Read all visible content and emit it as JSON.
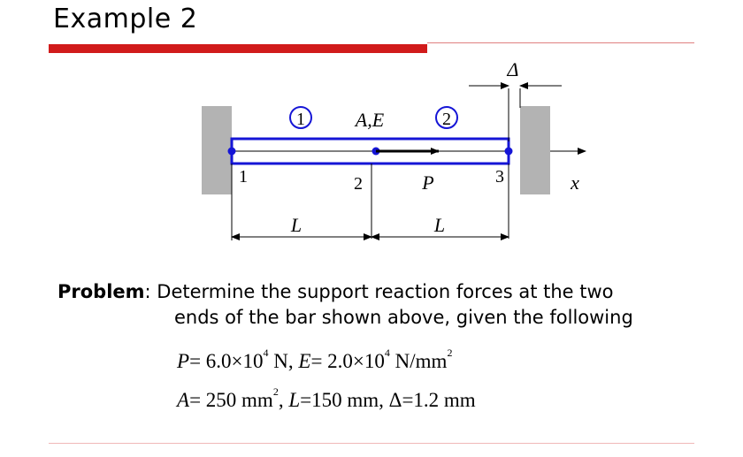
{
  "slide": {
    "title": "Example 2"
  },
  "figure": {
    "node_1": "1",
    "node_2": "2",
    "node_3": "3",
    "element_1": "1",
    "element_2": "2",
    "props": "A,E",
    "load": "P",
    "axis": "x",
    "gap": "Δ",
    "len_1": "L",
    "len_2": "L"
  },
  "problem": {
    "label": "Problem",
    "line1": ": Determine the support reaction forces at the two",
    "line2": "ends of the bar shown above, given the following"
  },
  "given": {
    "P": {
      "sym": "P",
      "pre": "= 6.0×10",
      "exp": "4",
      "post": " N,"
    },
    "E": {
      "sym": "E",
      "pre": "= 2.0×10",
      "exp": "4",
      "post": " N/mm",
      "unit_exp": "2"
    },
    "A": {
      "sym": "A",
      "pre": "= 250 mm",
      "exp": "2",
      "post": ","
    },
    "L": {
      "sym": "L",
      "val": "=150 mm,"
    },
    "D": {
      "sym": "Δ",
      "val": "=1.2 mm"
    }
  },
  "colors": {
    "accent": "#d11b1b",
    "bar": "#1515d6",
    "wall": "#b3b3b3"
  }
}
